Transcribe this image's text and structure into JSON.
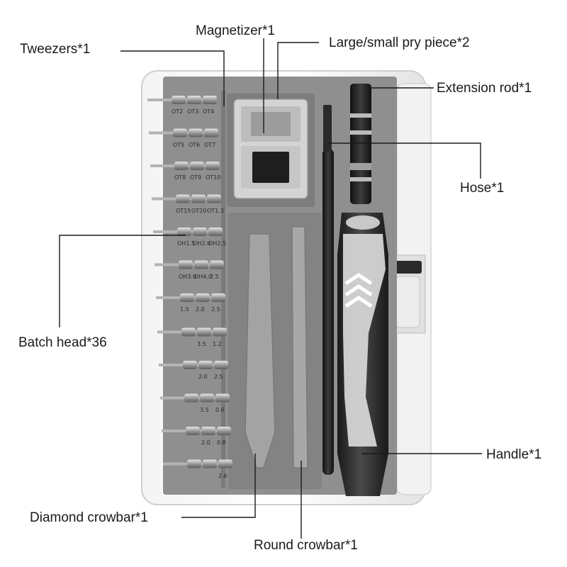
{
  "callouts": {
    "tweezers": "Tweezers*1",
    "magnetizer": "Magnetizer*1",
    "pry_piece": "Large/small pry piece*2",
    "extension_rod": "Extension rod*1",
    "hose": "Hose*1",
    "batch_head": "Batch head*36",
    "handle": "Handle*1",
    "diamond_crowbar": "Diamond crowbar*1",
    "round_crowbar": "Round crowbar*1"
  },
  "bit_labels": [
    [
      "OT2",
      "OT3",
      "OT4"
    ],
    [
      "OT5",
      "OT6",
      "OT7"
    ],
    [
      "OT8",
      "OT9",
      "OT10"
    ],
    [
      "OT15",
      "OT20",
      "OT1.3"
    ],
    [
      "OH1.5",
      "OH2.0",
      "OH2.5"
    ],
    [
      "OH3.0",
      "OH4.0",
      "2.5"
    ],
    [
      "1.5",
      "2.0",
      "2.5"
    ],
    [
      "3.5",
      "1.2"
    ],
    [
      "2.0",
      "2.5"
    ],
    [
      "3.5",
      "0.6"
    ],
    [
      "2.0",
      "0.8"
    ],
    [
      "2.6"
    ]
  ],
  "colors": {
    "tray": "#8f8f8f",
    "tray_dark": "#777777",
    "case_shell": "#eeeeee",
    "bit_metal": "#b9b9b9",
    "handle_dark": "#2f2f2f",
    "handle_light": "#d9d9d9",
    "leader_line": "#1a1a1a"
  }
}
